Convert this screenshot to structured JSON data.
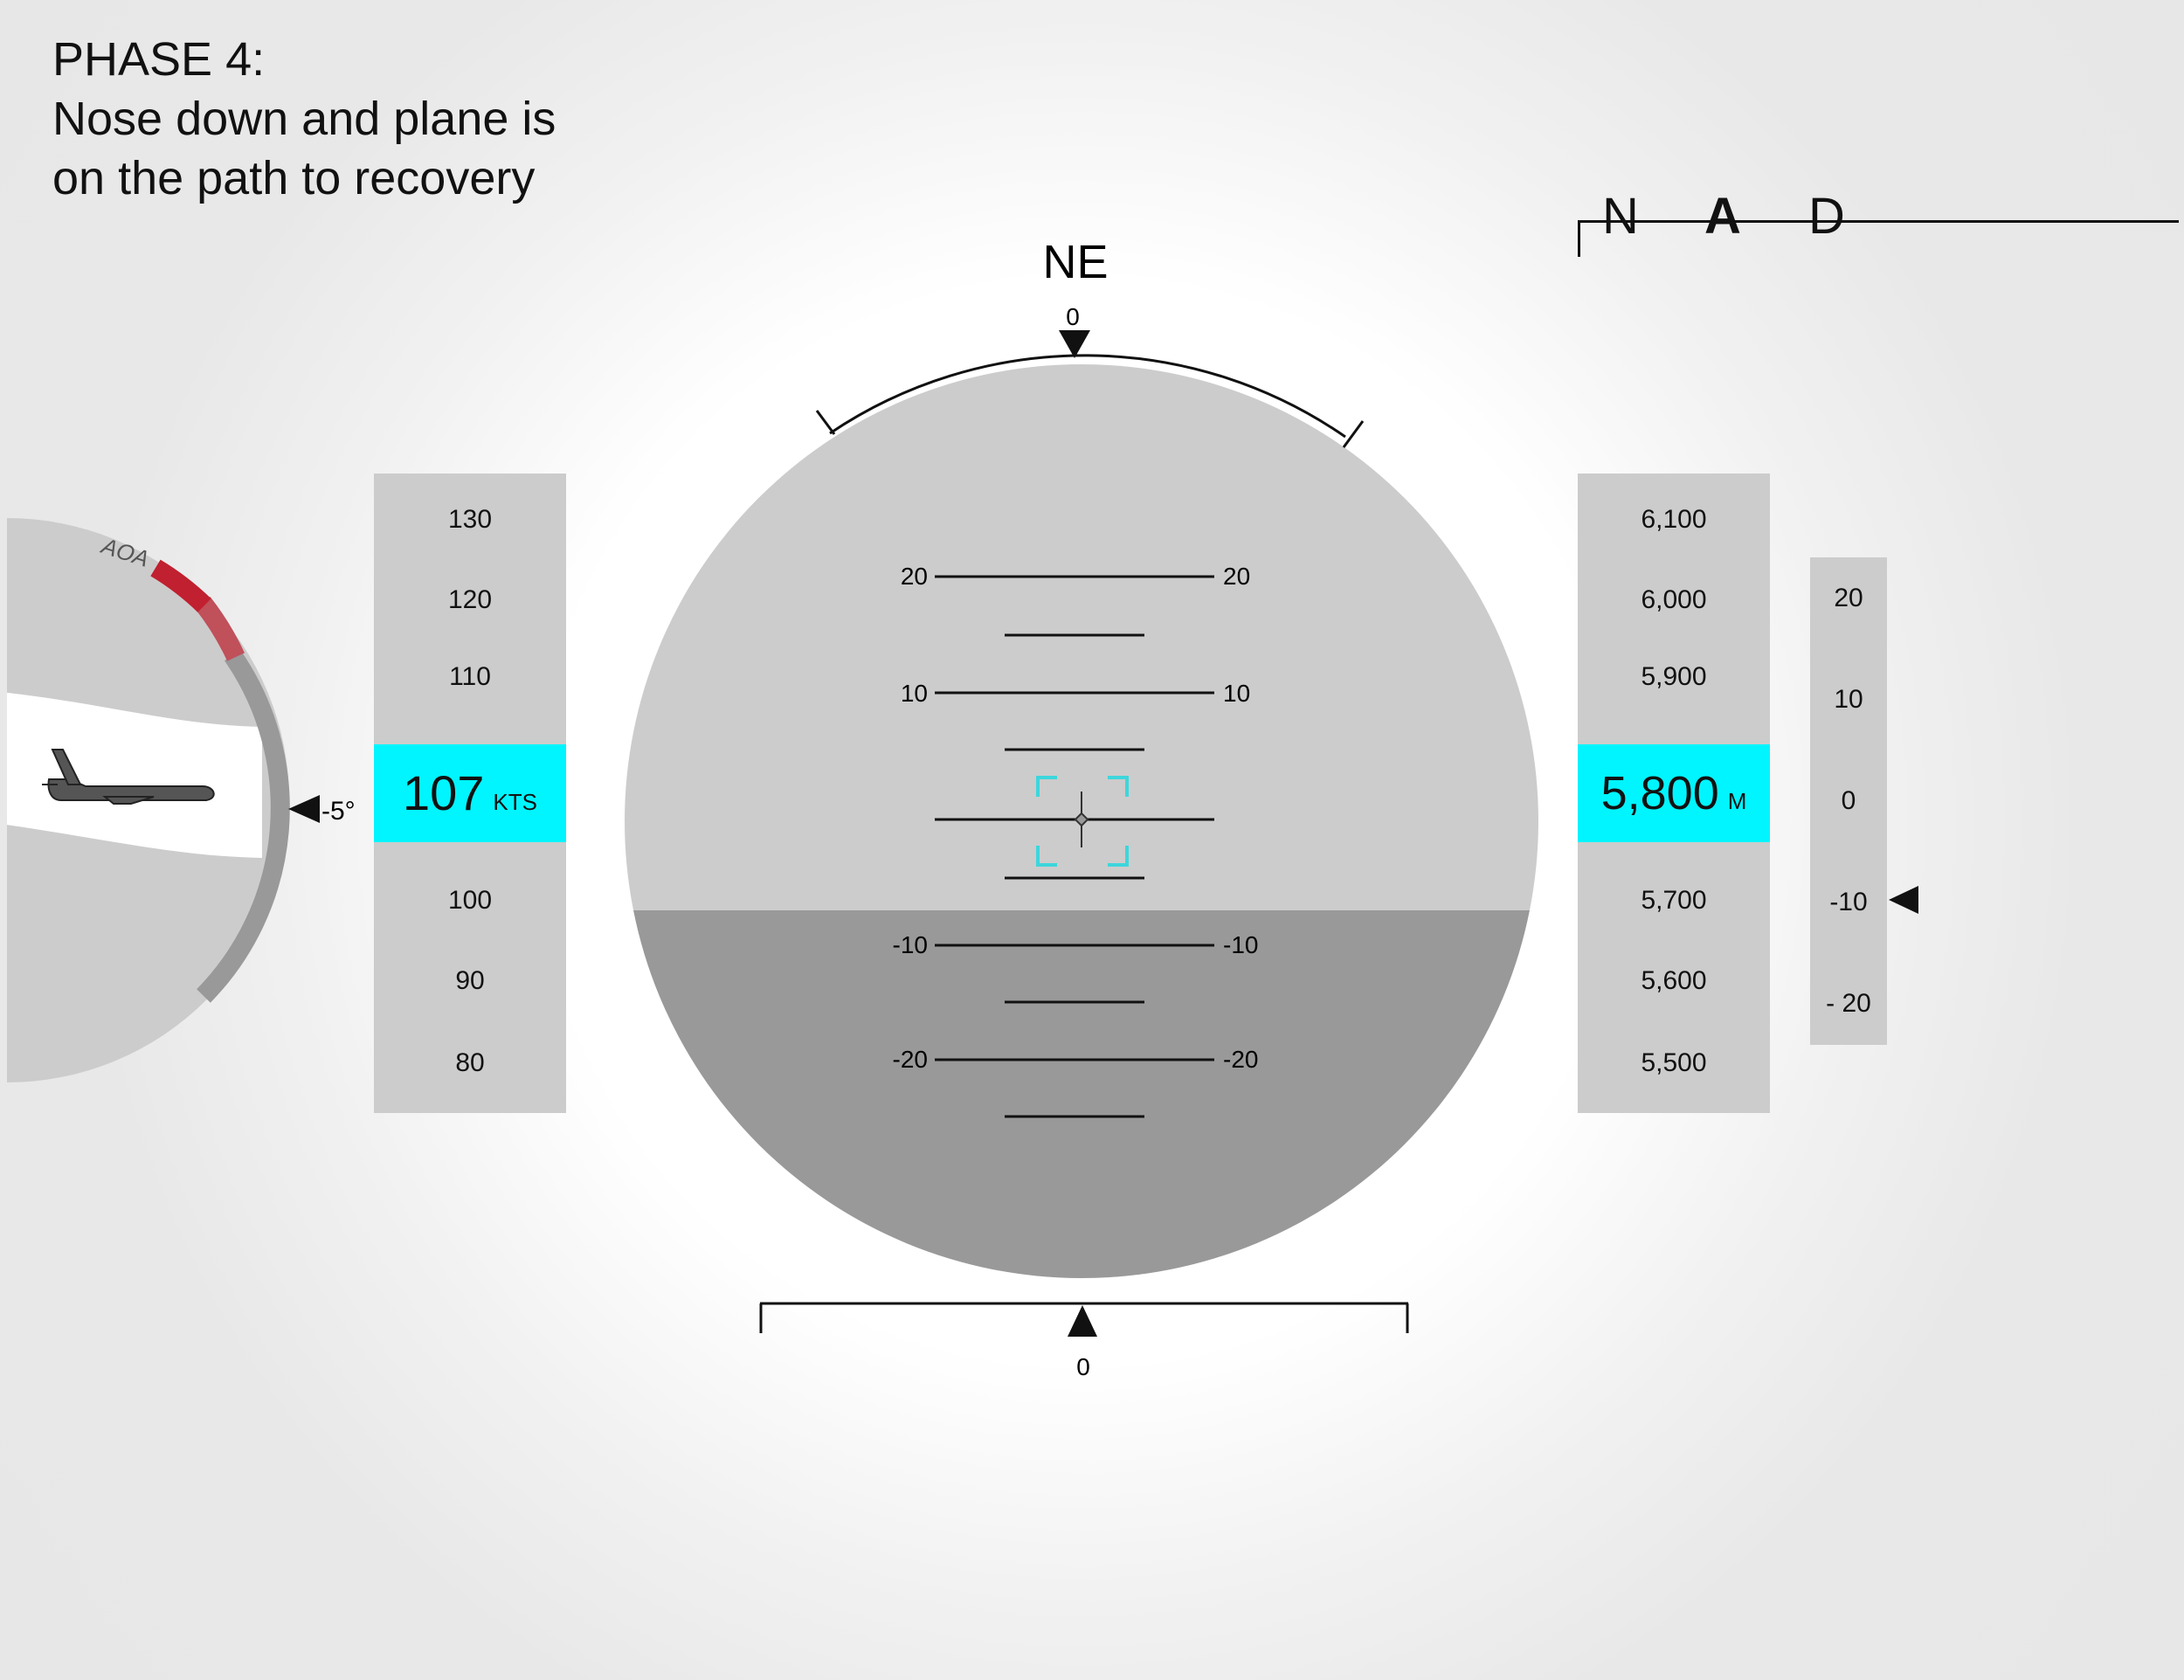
{
  "caption": {
    "line1": "PHASE 4:",
    "line2": "Nose down and plane is",
    "line3": "on the path to recovery"
  },
  "modes": [
    {
      "label": "N",
      "active": false
    },
    {
      "label": "A",
      "active": true
    },
    {
      "label": "D",
      "active": false
    }
  ],
  "heading": {
    "label": "NE",
    "top_value": "0",
    "bottom_value": "0"
  },
  "aoa": {
    "label": "AOA",
    "value_label": "-5°"
  },
  "speed": {
    "ticks": [
      "130",
      "120",
      "110",
      "100",
      "90",
      "80"
    ],
    "value": "107",
    "unit": "KTS"
  },
  "altitude": {
    "ticks": [
      "6,100",
      "6,000",
      "5,900",
      "5,700",
      "5,600",
      "5,500"
    ],
    "value": "5,800",
    "unit": "M"
  },
  "vertical_speed": {
    "ticks": [
      "20",
      "10",
      "0",
      "-10",
      "- 20"
    ],
    "value": -10
  },
  "pitch_ladder": {
    "upper": [
      {
        "left": "20",
        "right": "20"
      },
      {
        "left": "10",
        "right": "10"
      }
    ],
    "lower": [
      {
        "left": "-10",
        "right": "-10"
      },
      {
        "left": "-20",
        "right": "-20"
      }
    ]
  },
  "colors": {
    "readout": "#00f5ff",
    "sky": "#cccccc",
    "ground": "#999999",
    "aoa_warning": "#c0202f",
    "aoa_caution": "#c0505a",
    "reticle": "#3dd6dc",
    "aircraft": "#555555"
  },
  "icons": {
    "aircraft": "aircraft-icon",
    "heading_pointer": "triangle-down-icon",
    "bank_pointer": "triangle-up-icon",
    "aoa_pointer": "triangle-left-icon",
    "vs_pointer": "triangle-left-icon",
    "reticle": "crosshair-icon"
  }
}
